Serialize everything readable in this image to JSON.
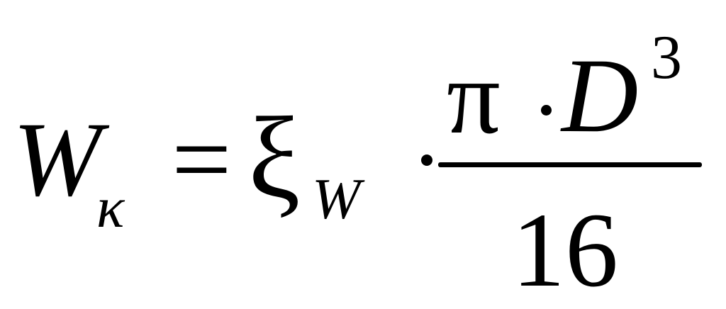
{
  "formula": {
    "lhs_symbol": "W",
    "lhs_subscript": "κ",
    "equals": "=",
    "coefficient_symbol": "ξ",
    "coefficient_subscript": "W",
    "numerator_pi": "π",
    "numerator_symbol": "D",
    "numerator_exponent": "3",
    "denominator": "16"
  }
}
